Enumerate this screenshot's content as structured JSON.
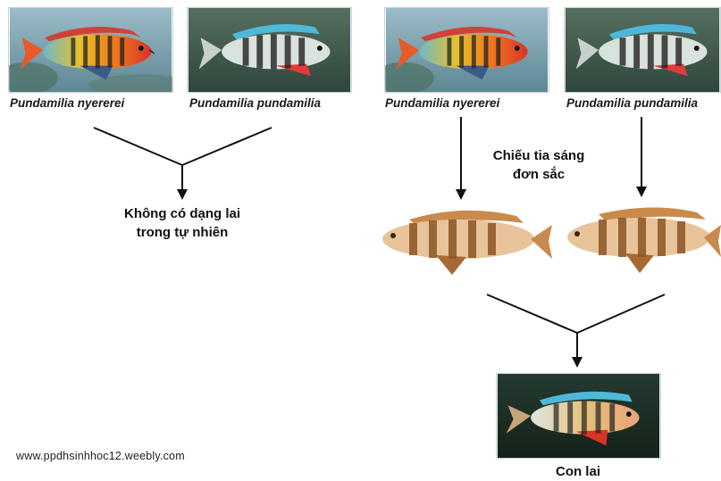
{
  "left_panel": {
    "species_1": "Pundamilia nyererei",
    "species_2": "Pundamilia pundamilia",
    "result_line_1": "Không có dạng lai",
    "result_line_2": "trong tự nhiên"
  },
  "right_panel": {
    "species_1": "Pundamilia nyererei",
    "species_2": "Pundamilia pundamilia",
    "treatment_line_1": "Chiếu tia sáng",
    "treatment_line_2": "đơn sắc",
    "offspring_label": "Con lai"
  },
  "source": "www.ppdhsinhhoc12.weebly.com",
  "colors": {
    "lines": "#111111",
    "water_blue": "#6f98a8",
    "water_dark": "#2f4a3e",
    "mono_fish": "#c98a4c",
    "mono_fish_dark": "#8a5526"
  }
}
